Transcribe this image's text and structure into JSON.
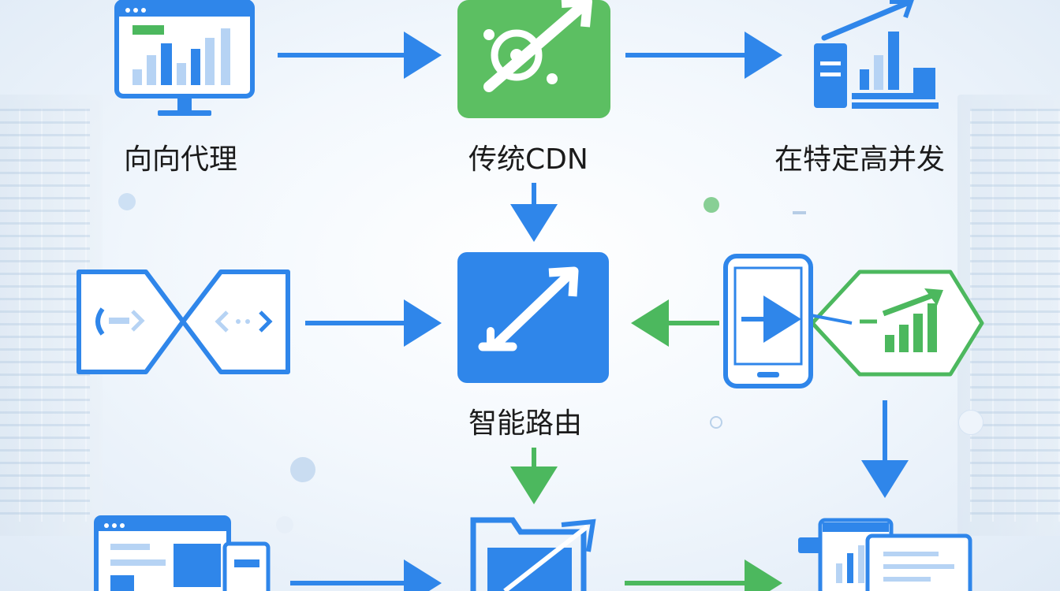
{
  "labels": {
    "node1": "向向代理",
    "node2": "传统CDN",
    "node3": "在特定高并发",
    "node4": "智能路由"
  },
  "colors": {
    "blue": "#2f86ea",
    "green": "#4cb85e",
    "dark_text": "#1b1b1b"
  }
}
